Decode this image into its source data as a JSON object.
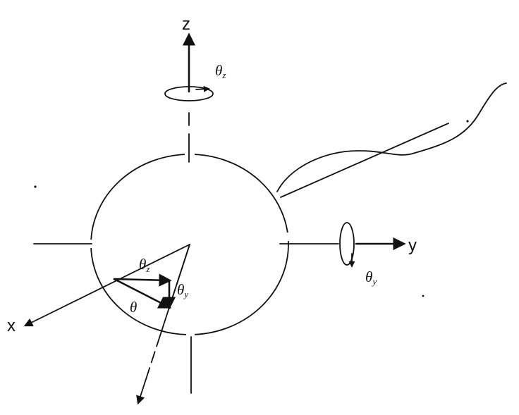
{
  "axes": {
    "x": "x",
    "y": "y",
    "z": "z"
  },
  "angles": {
    "theta": "θ",
    "theta_sub_z": "z",
    "theta_sub_y": "y"
  },
  "colors": {
    "ink": "#111111",
    "background": "#ffffff"
  }
}
